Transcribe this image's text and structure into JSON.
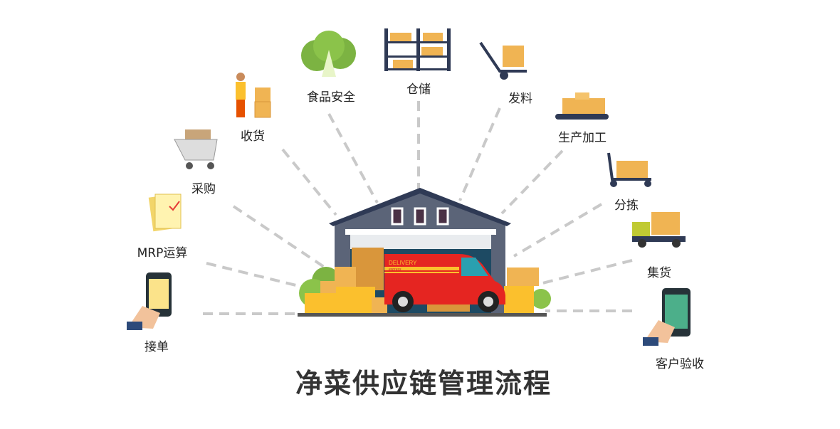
{
  "title": "净菜供应链管理流程",
  "van": {
    "line1": "DELIVERY",
    "line2": "express"
  },
  "steps": [
    {
      "label": "接单",
      "icon": "phone-tap-icon"
    },
    {
      "label": "MRP运算",
      "icon": "documents-icon"
    },
    {
      "label": "采购",
      "icon": "shopping-cart-icon"
    },
    {
      "label": "收货",
      "icon": "worker-boxes-icon"
    },
    {
      "label": "食品安全",
      "icon": "lettuce-icon"
    },
    {
      "label": "仓储",
      "icon": "shelves-icon"
    },
    {
      "label": "发料",
      "icon": "hand-truck-icon"
    },
    {
      "label": "生产加工",
      "icon": "conveyor-icon"
    },
    {
      "label": "分拣",
      "icon": "cart-boxes-icon"
    },
    {
      "label": "集货",
      "icon": "truck-icon"
    },
    {
      "label": "客户验收",
      "icon": "phone-confirm-icon"
    }
  ],
  "colors": {
    "box": "#f2b64a",
    "van": "#e52521",
    "warehouse": "#5b6478",
    "line": "#c8c8c8"
  }
}
